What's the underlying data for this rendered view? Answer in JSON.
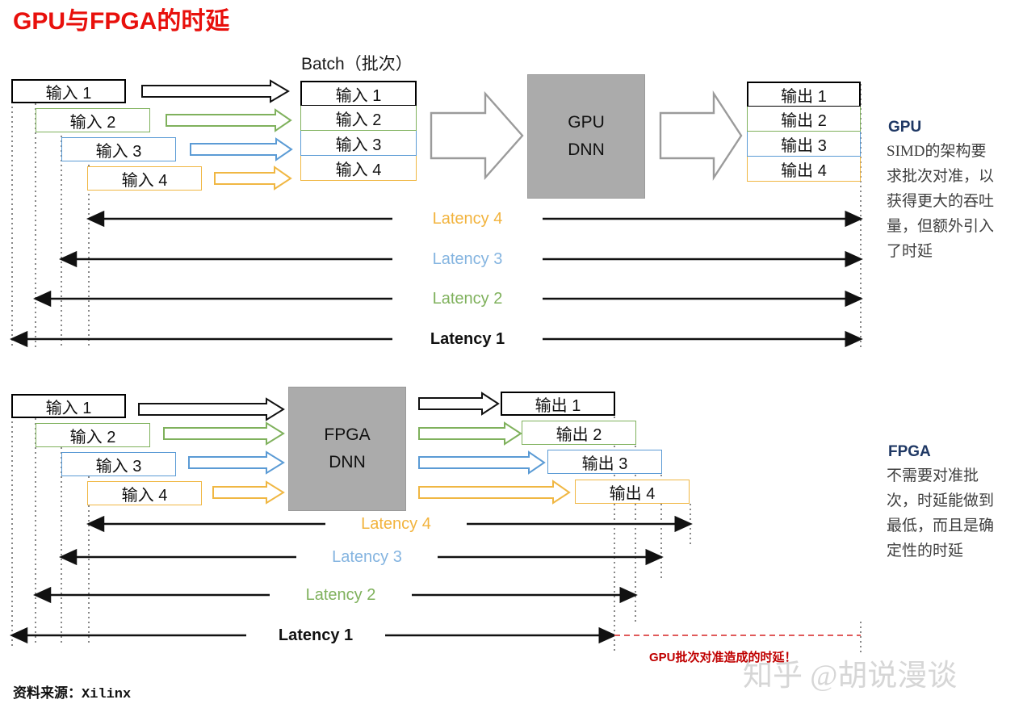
{
  "title": "GPU与FPGA的时延",
  "batch_label": "Batch（批次）",
  "gpu_section": {
    "inputs": [
      {
        "label": "输入 1",
        "color": "#000000"
      },
      {
        "label": "输入 2",
        "color": "#7FB15C"
      },
      {
        "label": "输入 3",
        "color": "#5B9BD5"
      },
      {
        "label": "输入 4",
        "color": "#F0B743"
      }
    ],
    "batch_items": [
      {
        "label": "输入 1",
        "color": "#000000"
      },
      {
        "label": "输入 2",
        "color": "#7FB15C"
      },
      {
        "label": "输入 3",
        "color": "#5B9BD5"
      },
      {
        "label": "输入 4",
        "color": "#F0B743"
      }
    ],
    "processor_line1": "GPU",
    "processor_line2": "DNN",
    "outputs": [
      {
        "label": "输出 1",
        "color": "#000000"
      },
      {
        "label": "输出 2",
        "color": "#7FB15C"
      },
      {
        "label": "输出 3",
        "color": "#5B9BD5"
      },
      {
        "label": "输出 4",
        "color": "#F0B743"
      }
    ],
    "latencies": [
      {
        "label": "Latency 4",
        "color": "#F2B33D"
      },
      {
        "label": "Latency 3",
        "color": "#84B4E0"
      },
      {
        "label": "Latency 2",
        "color": "#7FB15C"
      },
      {
        "label": "Latency 1",
        "color": "#111111"
      }
    ]
  },
  "fpga_section": {
    "inputs": [
      {
        "label": "输入 1",
        "color": "#000000"
      },
      {
        "label": "输入 2",
        "color": "#7FB15C"
      },
      {
        "label": "输入 3",
        "color": "#5B9BD5"
      },
      {
        "label": "输入 4",
        "color": "#F0B743"
      }
    ],
    "processor_line1": "FPGA",
    "processor_line2": "DNN",
    "outputs": [
      {
        "label": "输出 1",
        "color": "#000000"
      },
      {
        "label": "输出 2",
        "color": "#7FB15C"
      },
      {
        "label": "输出 3",
        "color": "#5B9BD5"
      },
      {
        "label": "输出 4",
        "color": "#F0B743"
      }
    ],
    "latencies": [
      {
        "label": "Latency 4",
        "color": "#F2B33D"
      },
      {
        "label": "Latency 3",
        "color": "#84B4E0"
      },
      {
        "label": "Latency 2",
        "color": "#7FB15C"
      },
      {
        "label": "Latency 1",
        "color": "#111111"
      }
    ]
  },
  "notes": {
    "gpu_heading": "GPU",
    "gpu_body": "SIMD的架构要求批次对准，以获得更大的吞吐量，但额外引入了时延",
    "fpga_heading": "FPGA",
    "fpga_body": "不需要对准批次，时延能做到最低，而且是确定性的时延"
  },
  "annotation": "GPU批次对准造成的时延！",
  "footer": "资料来源：Xilinx",
  "watermark": "知乎 @胡说漫谈",
  "colors": {
    "title": "#E8100C",
    "series_1": "#000000",
    "series_2": "#7FB15C",
    "series_3": "#5B9BD5",
    "series_4": "#F0B743",
    "note_heading": "#1F3864",
    "annotation": "#C00000",
    "processor_fill": "#ABABAB"
  }
}
